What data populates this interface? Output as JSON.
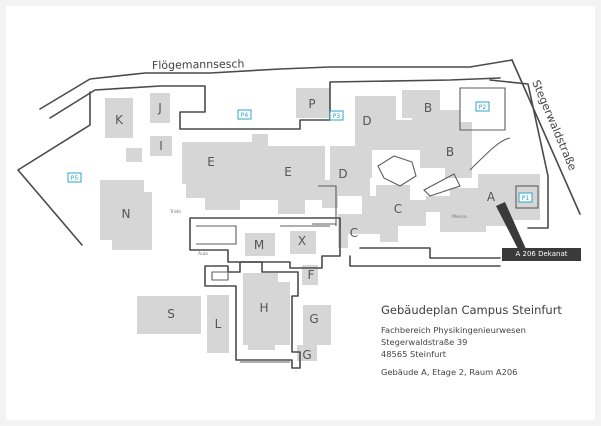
{
  "streets": {
    "north": "Flögemannsesch",
    "east": "Stegerwaldstraße"
  },
  "buildings": {
    "K": "K",
    "J": "J",
    "P": "P",
    "I": "I",
    "B_upper": "B",
    "B_lower": "B",
    "D_upper": "D",
    "D_lower": "D",
    "E_left": "E",
    "E_right": "E",
    "N": "N",
    "C_upper": "C",
    "C_lower": "C",
    "A": "A",
    "M": "M",
    "X": "X",
    "F": "F",
    "S": "S",
    "H": "H",
    "L": "L",
    "G_upper": "G",
    "G_lower": "G"
  },
  "parking": {
    "p1": "P1",
    "p2": "P2",
    "p3": "P3",
    "p4": "P4",
    "p5": "P5"
  },
  "small_labels": {
    "mensa": "Mensa",
    "trafo": "Trafo",
    "aula": "Aula"
  },
  "callout": "A 206 Dekanat",
  "info": {
    "title": "Gebäudeplan Campus Steinfurt",
    "department": "Fachbereich Physikingenieurwesen",
    "street": "Stegerwaldstraße 39",
    "city": "48565 Steinfurt",
    "room": "Gebäude A, Etage 2, Raum A206"
  },
  "colors": {
    "building": "#d6d6d6",
    "parking": "#2aa5c8",
    "callout_bg": "#3a3a3a"
  }
}
